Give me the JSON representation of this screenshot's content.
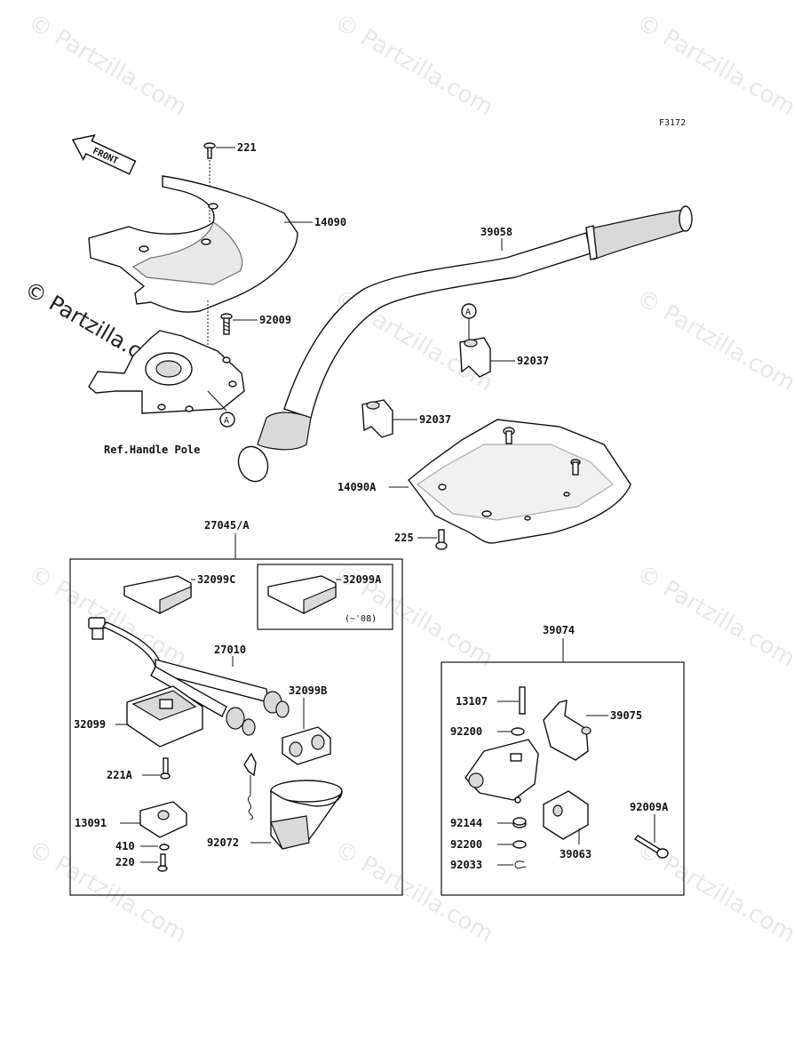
{
  "figure_code": "F3172",
  "watermark_text": "© Partzilla.com",
  "front_arrow": "FRONT",
  "group_labels": {
    "switch_kit": "27045/A",
    "throttle_kit": "39074"
  },
  "notes": {
    "ref_handle_pole": "Ref.Handle Pole",
    "year_note": "(~'08)",
    "marker_a": "A"
  },
  "part_labels": {
    "p221": "221",
    "p14090": "14090",
    "p92009": "92009",
    "p39058": "39058",
    "p92037a": "92037",
    "p92037b": "92037",
    "p14090A": "14090A",
    "p225": "225",
    "p32099C": "32099C",
    "p32099A": "32099A",
    "p27010": "27010",
    "p32099B": "32099B",
    "p32099": "32099",
    "p221A": "221A",
    "p13091": "13091",
    "p410": "410",
    "p220": "220",
    "p92072": "92072",
    "p13107": "13107",
    "p39075": "39075",
    "p92200a": "92200",
    "p92144": "92144",
    "p92200b": "92200",
    "p92033": "92033",
    "p39063": "39063",
    "p92009A": "92009A"
  }
}
